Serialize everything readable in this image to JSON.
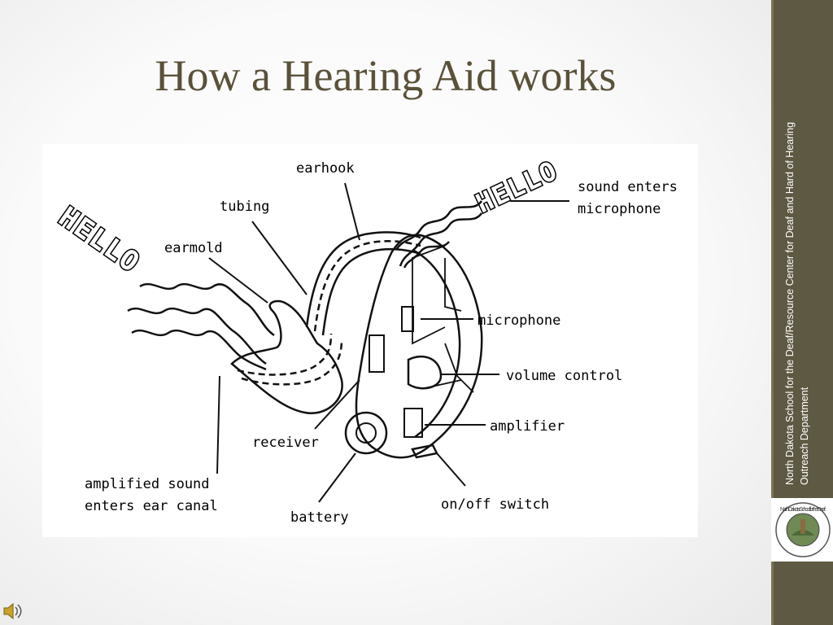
{
  "slide": {
    "title": "How a Hearing Aid works",
    "sidebar_text_line1": "North Dakota School for the Deaf/Resource Center for Deaf and Hard of Hearing",
    "sidebar_text_line2": "Outreach Department",
    "logo_text": "North Dakota School for the Deaf",
    "speaker_icon": "speaker-icon"
  },
  "diagram": {
    "hello_left": "HELLO",
    "hello_right": "HELLO",
    "labels": {
      "earhook": "earhook",
      "tubing": "tubing",
      "earmold": "earmold",
      "sound_enters_1": "sound  enters",
      "sound_enters_2": "microphone",
      "microphone": "microphone",
      "volume_control": "volume  control",
      "amplifier": "amplifier",
      "receiver": "receiver",
      "amplified_1": "amplified  sound",
      "amplified_2": "enters  ear  canal",
      "battery": "battery",
      "onoff": "on/off  switch"
    }
  }
}
